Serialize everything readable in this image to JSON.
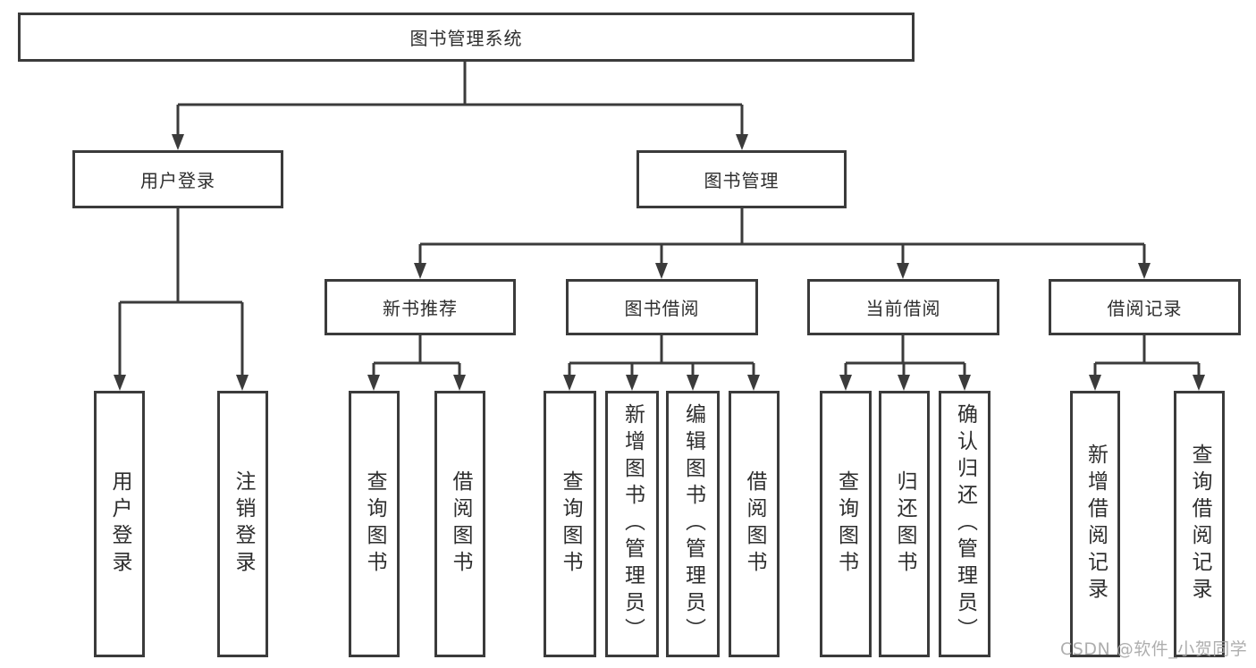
{
  "tree": {
    "label": "图书管理系统",
    "children": [
      {
        "label": "用户登录",
        "children": [
          {
            "label": "用户登录"
          },
          {
            "label": "注销登录"
          }
        ]
      },
      {
        "label": "图书管理",
        "children": [
          {
            "label": "新书推荐",
            "children": [
              {
                "label": "查询图书"
              },
              {
                "label": "借阅图书"
              }
            ]
          },
          {
            "label": "图书借阅",
            "children": [
              {
                "label": "查询图书"
              },
              {
                "label": "新增图书（管理员）"
              },
              {
                "label": "编辑图书（管理员）"
              },
              {
                "label": "借阅图书"
              }
            ]
          },
          {
            "label": "当前借阅",
            "children": [
              {
                "label": "查询图书"
              },
              {
                "label": "归还图书"
              },
              {
                "label": "确认归还（管理员）"
              }
            ]
          },
          {
            "label": "借阅记录",
            "children": [
              {
                "label": "新增借阅记录"
              },
              {
                "label": "查询借阅记录"
              }
            ]
          }
        ]
      }
    ]
  },
  "colors": {
    "line": "#3b3b3b",
    "text": "#2e2e2e",
    "watermark": "#a6a6a6"
  },
  "watermark": "CSDN @软件_小贺同学"
}
